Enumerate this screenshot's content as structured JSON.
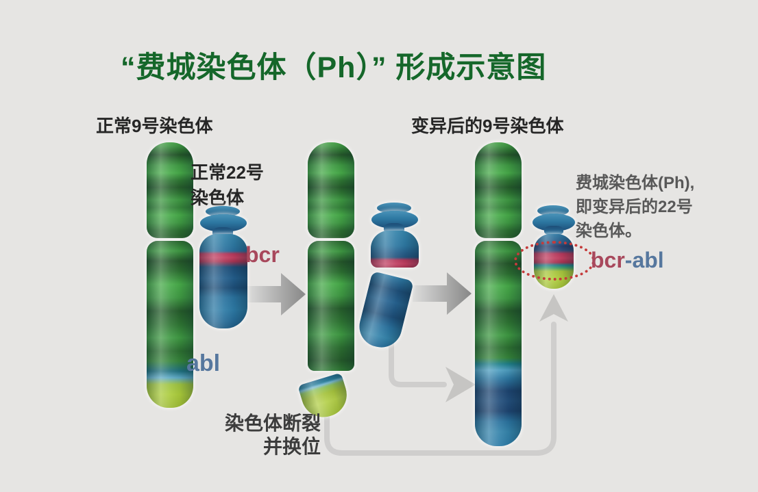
{
  "title": "“费城染色体（Ph）” 形成示意图",
  "labels": {
    "chr9_normal": "正常9号染色体",
    "chr22_normal_line1": "正常22号",
    "chr22_normal_line2": "染色体",
    "bcr": "bcr",
    "abl": "abl",
    "chr9_mutated": "变异后的9号染色体",
    "ph_line1": "费城染色体(Ph),",
    "ph_line2": "即变异后的22号",
    "ph_line3": "染色体。",
    "fusion_bcr": "bcr",
    "fusion_dash": "-",
    "fusion_abl": "abl",
    "break_line1": "染色体断裂",
    "break_line2": "并换位"
  },
  "colors": {
    "background": "#e6e5e3",
    "title_green": "#15672a",
    "label_dark": "#262626",
    "ph_text_gray": "#585858",
    "chromosome_green": "#3f9a43",
    "chromosome_green_dark": "#24562a",
    "chromosome_blue": "#2d78a2",
    "chromosome_blue_dark": "#1d4e78",
    "abl_yellow_green": "#a6c33d",
    "bcr_band_red": "#c24062",
    "bcr_text_red": "#a8485c",
    "abl_text_blue": "#56779e",
    "dark_arrow_gray": "#8f8f8f",
    "light_path_gray": "#cfcecd",
    "fusion_circle_red": "#c43b3b"
  }
}
